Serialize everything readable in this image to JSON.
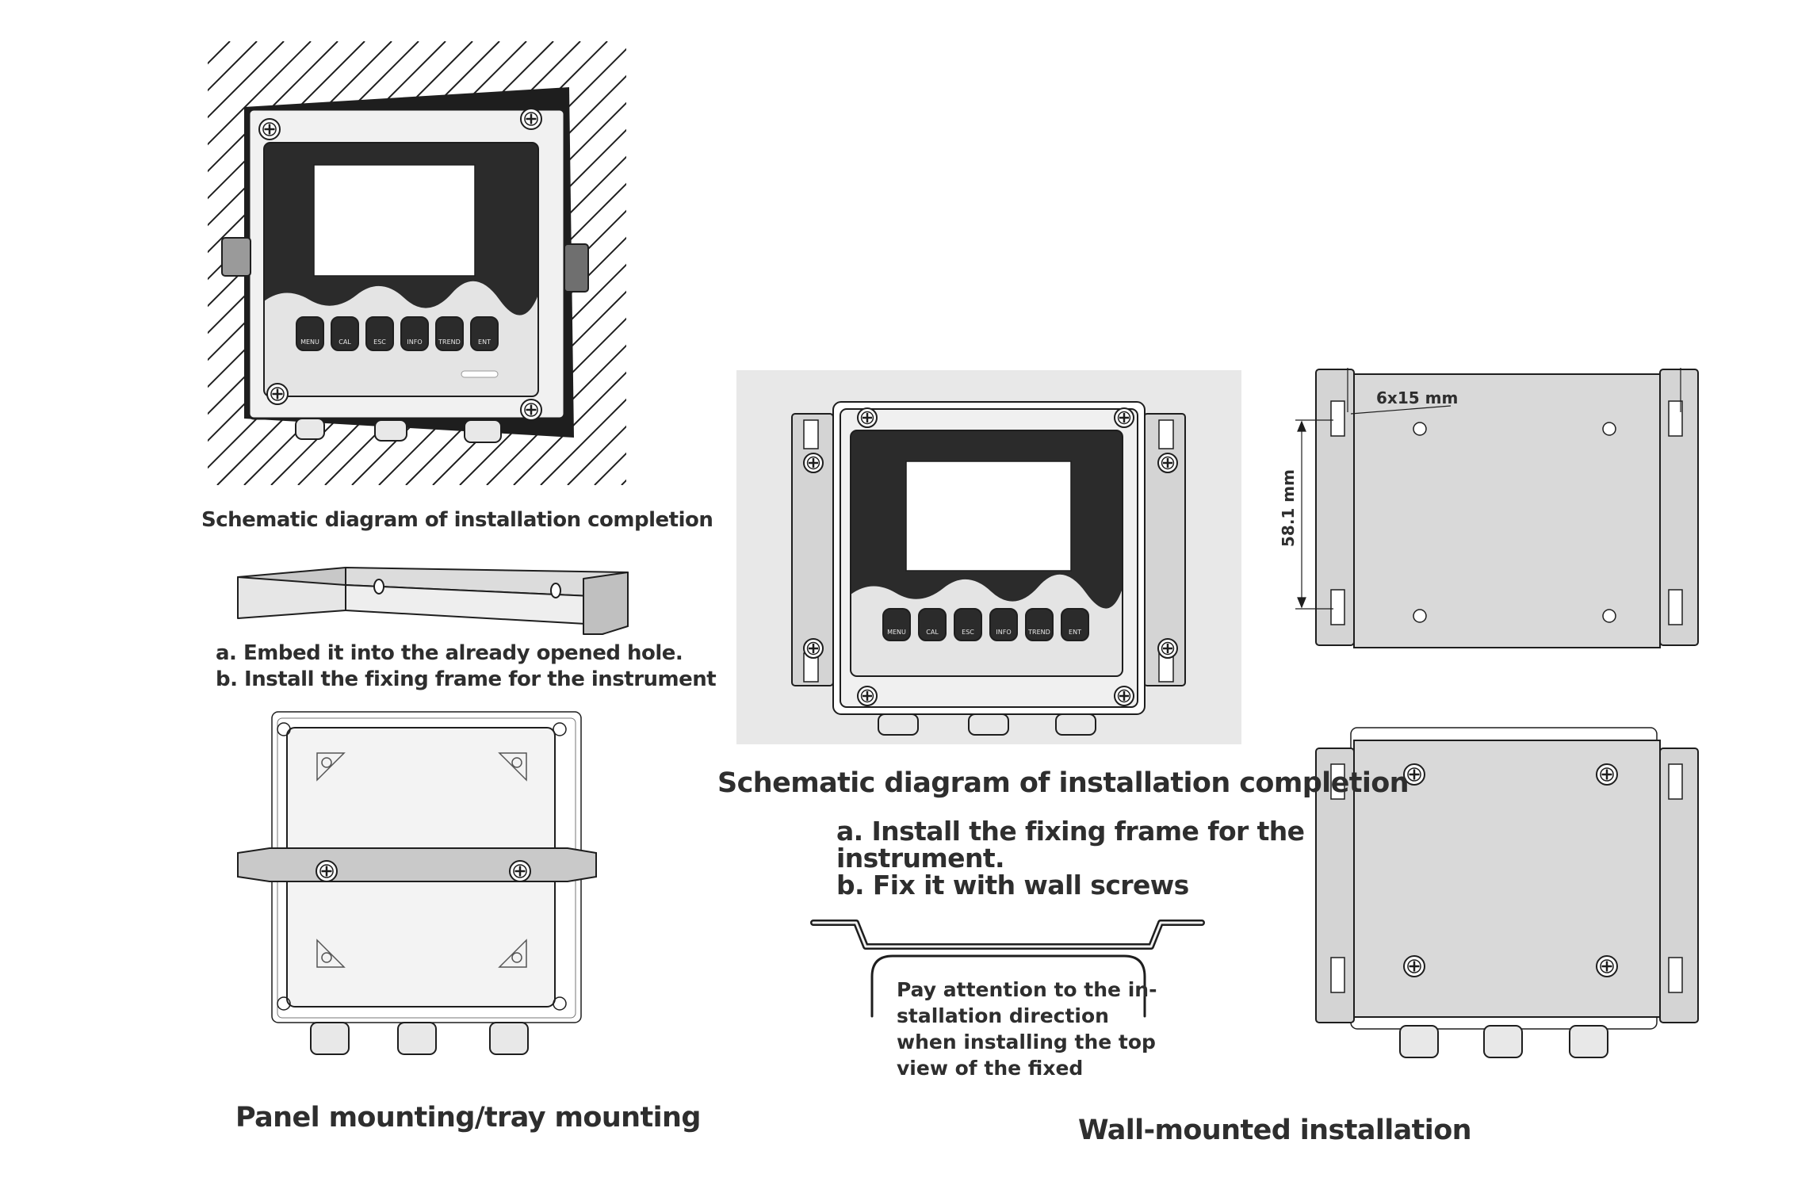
{
  "panel": {
    "completion_caption": "Schematic diagram of installation completion",
    "step_a": "a. Embed it into the already opened hole.",
    "step_b": "b. Install the fixing frame for the instrument",
    "title": "Panel mounting/tray mounting"
  },
  "wall": {
    "completion_caption": "Schematic diagram of installation completion",
    "step_a_line1": "a. Install the fixing frame for the",
    "step_a_line2": "instrument.",
    "step_b": "b. Fix it with wall screws",
    "note_lines": [
      "Pay attention to the in-",
      "stallation direction",
      "when installing the top",
      "view of the fixed"
    ],
    "slot_dim": "6x15 mm",
    "hole_dim": "58.1 mm",
    "title": "Wall-mounted installation"
  },
  "keypad": {
    "keys": [
      "MENU",
      "CAL",
      "ESC",
      "INFO",
      "TREND",
      "ENT"
    ]
  },
  "colors": {
    "line": "#1e1e1e",
    "device_fill": "#ececec",
    "bracket_fill": "#d4d4d4",
    "face_dark": "#2b2b2b",
    "backdrop": "#e8e8e8"
  }
}
